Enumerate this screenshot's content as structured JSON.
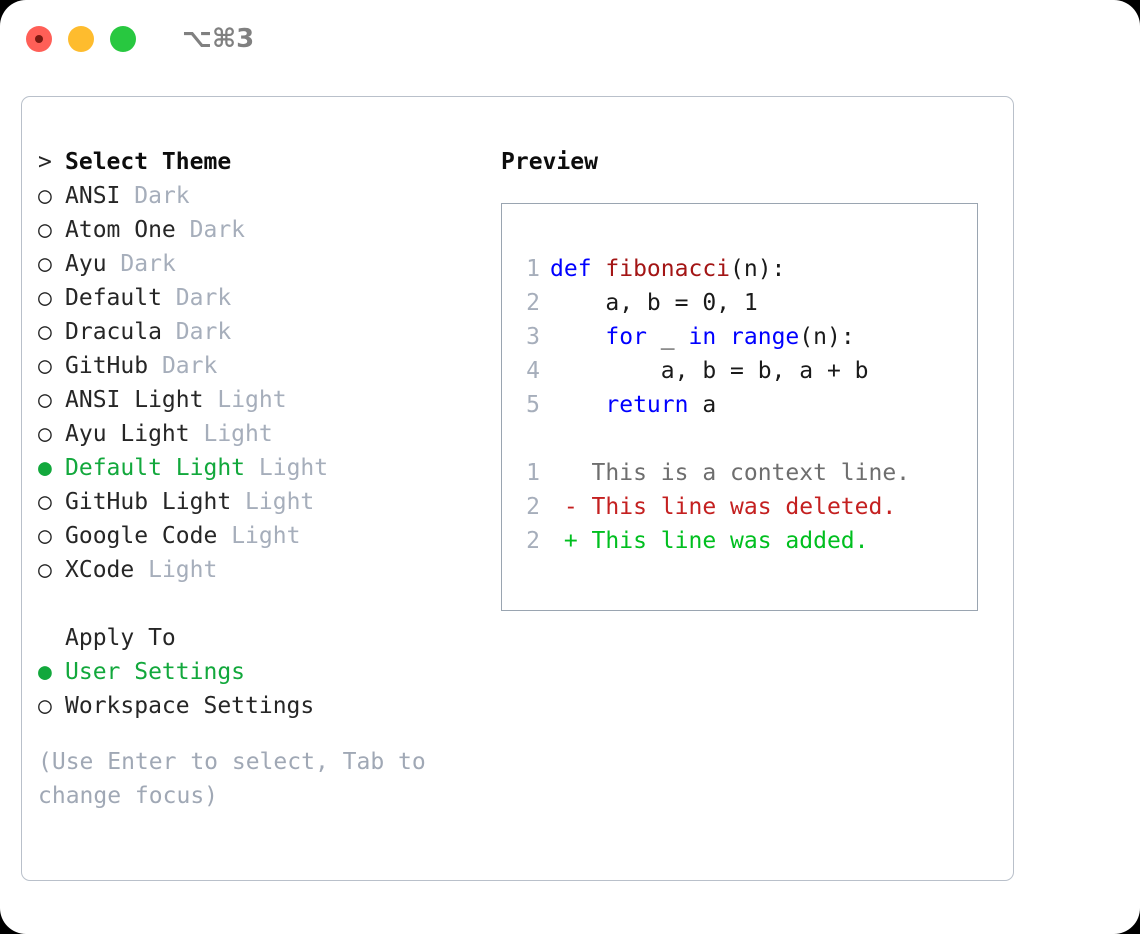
{
  "titlebar": {
    "shortcut": "⌥⌘3",
    "lights": [
      "close",
      "minimize",
      "maximize"
    ]
  },
  "theme_picker": {
    "heading_marker": ">",
    "heading": "Select Theme",
    "marker_selected": "●",
    "marker_unselected": "○",
    "items": [
      {
        "marker": "○",
        "name": "ANSI",
        "tag": "Dark",
        "selected": false
      },
      {
        "marker": "○",
        "name": "Atom One",
        "tag": "Dark",
        "selected": false
      },
      {
        "marker": "○",
        "name": "Ayu",
        "tag": "Dark",
        "selected": false
      },
      {
        "marker": "○",
        "name": "Default",
        "tag": "Dark",
        "selected": false
      },
      {
        "marker": "○",
        "name": "Dracula",
        "tag": "Dark",
        "selected": false
      },
      {
        "marker": "○",
        "name": "GitHub",
        "tag": "Dark",
        "selected": false
      },
      {
        "marker": "○",
        "name": "ANSI Light",
        "tag": "Light",
        "selected": false
      },
      {
        "marker": "○",
        "name": "Ayu Light",
        "tag": "Light",
        "selected": false
      },
      {
        "marker": "●",
        "name": "Default Light",
        "tag": "Light",
        "selected": true
      },
      {
        "marker": "○",
        "name": "GitHub Light",
        "tag": "Light",
        "selected": false
      },
      {
        "marker": "○",
        "name": "Google Code",
        "tag": "Light",
        "selected": false
      },
      {
        "marker": "○",
        "name": "XCode",
        "tag": "Light",
        "selected": false
      }
    ]
  },
  "apply_to": {
    "heading": "Apply To",
    "options": [
      {
        "marker": "●",
        "label": "User Settings",
        "selected": true
      },
      {
        "marker": "○",
        "label": "Workspace Settings",
        "selected": false
      }
    ]
  },
  "hint": "(Use Enter to select, Tab to change focus)",
  "preview": {
    "label": "Preview",
    "code_lines": [
      {
        "no": "1",
        "tokens": [
          {
            "t": "def ",
            "c": "kw"
          },
          {
            "t": "fibonacci",
            "c": "fn"
          },
          {
            "t": "(n):",
            "c": "pl"
          }
        ]
      },
      {
        "no": "2",
        "tokens": [
          {
            "t": "    a, b = 0, 1",
            "c": "pl"
          }
        ]
      },
      {
        "no": "3",
        "tokens": [
          {
            "t": "    ",
            "c": "pl"
          },
          {
            "t": "for",
            "c": "kw"
          },
          {
            "t": " _ ",
            "c": "pl"
          },
          {
            "t": "in",
            "c": "kw"
          },
          {
            "t": " ",
            "c": "pl"
          },
          {
            "t": "range",
            "c": "kw"
          },
          {
            "t": "(n):",
            "c": "pl"
          }
        ]
      },
      {
        "no": "4",
        "tokens": [
          {
            "t": "        a, b = b, a + b",
            "c": "pl"
          }
        ]
      },
      {
        "no": "5",
        "tokens": [
          {
            "t": "    ",
            "c": "pl"
          },
          {
            "t": "return",
            "c": "kw"
          },
          {
            "t": " a",
            "c": "pl"
          }
        ]
      }
    ],
    "diff_lines": [
      {
        "no": "1",
        "tokens": [
          {
            "t": "   This is a context line.",
            "c": "ctx"
          }
        ]
      },
      {
        "no": "2",
        "tokens": [
          {
            "t": " - This line was deleted.",
            "c": "del"
          }
        ]
      },
      {
        "no": "2",
        "tokens": [
          {
            "t": " + This line was added.",
            "c": "add"
          }
        ]
      }
    ]
  },
  "colors": {
    "accent_green": "#12a83c",
    "keyword_blue": "#0000ff",
    "function_red": "#a31515",
    "diff_deleted": "#c42020",
    "diff_added": "#00bf1f",
    "muted_gray": "#a6aebb",
    "border": "#9aa5b1"
  }
}
